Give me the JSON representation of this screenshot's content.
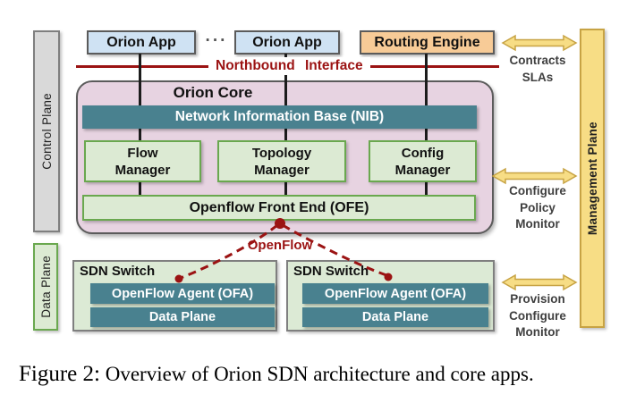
{
  "planes": {
    "control": "Control Plane",
    "data": "Data Plane",
    "management": "Management Plane"
  },
  "top_row": {
    "orion_app_1": "Orion App",
    "dots": "···",
    "orion_app_2": "Orion App",
    "routing_engine": "Routing Engine"
  },
  "northbound_label": "Northbound Interface",
  "orion_core": {
    "title": "Orion Core",
    "nib": "Network Information Base (NIB)",
    "flow_manager": "Flow\nManager",
    "topology_manager": "Topology\nManager",
    "config_manager": "Config\nManager",
    "ofe": "Openflow Front End (OFE)"
  },
  "openflow_label": "OpenFlow",
  "switches": [
    {
      "title": "SDN Switch",
      "ofa": "OpenFlow Agent (OFA)",
      "data_plane": "Data Plane"
    },
    {
      "title": "SDN Switch",
      "ofa": "OpenFlow Agent (OFA)",
      "data_plane": "Data Plane"
    }
  ],
  "management_labels": {
    "contracts": "Contracts\nSLAs",
    "configure": "Configure\nPolicy\nMonitor",
    "provision": "Provision\nConfigure\nMonitor"
  },
  "caption": {
    "prefix": "Figure 2:",
    "text": " Overview of Orion SDN architecture and core apps."
  },
  "colors": {
    "accent_red": "#9b1313",
    "teal": "#49818f",
    "light_green": "#dcead3",
    "green_border": "#6aa84f",
    "light_blue": "#cfe2f3",
    "orange": "#f7cb97",
    "pink": "#e7d3e1",
    "yellow": "#f7dd85",
    "yellow_border": "#c7a344",
    "gray": "#d9d9d9"
  }
}
